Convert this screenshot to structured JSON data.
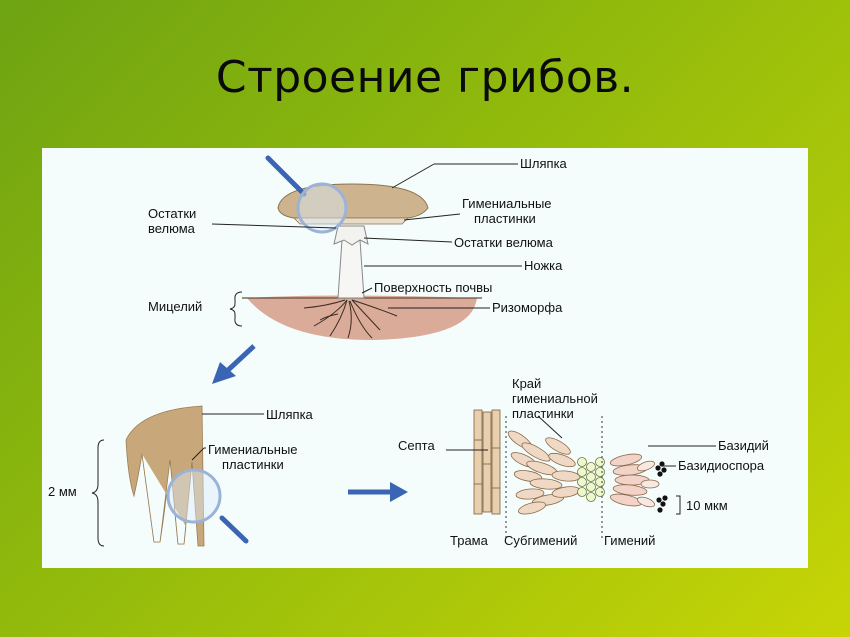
{
  "title": "Строение грибов.",
  "labels": {
    "cap": "Шляпка",
    "gills_1": "Гимениальные",
    "gills_2": "пластинки",
    "veil_remains_right": "Остатки велюма",
    "stem": "Ножка",
    "soil_surface": "Поверхность почвы",
    "rhizomorph": "Ризоморфа",
    "veil_remains_left_1": "Остатки",
    "veil_remains_left_2": "велюма",
    "mycelium": "Мицелий",
    "cap_mid": "Шляпка",
    "gills_mid_1": "Гимениальные",
    "gills_mid_2": "пластинки",
    "scale_2mm": "2 мм",
    "edge_1": "Край",
    "edge_2": "гимениальной",
    "edge_3": "пластинки",
    "septum": "Септа",
    "basidium": "Базидий",
    "basidiospore": "Базидиоспора",
    "scale_10um": "10 мкм",
    "trama": "Трама",
    "subhymenium": "Субгимений",
    "hymenium": "Гимений"
  },
  "colors": {
    "cap": "#cdb48e",
    "soil": "#d9ab98",
    "tissue": "#e8cfae",
    "lens_handle": "#3a64b4",
    "arrow": "#3a64b4"
  }
}
